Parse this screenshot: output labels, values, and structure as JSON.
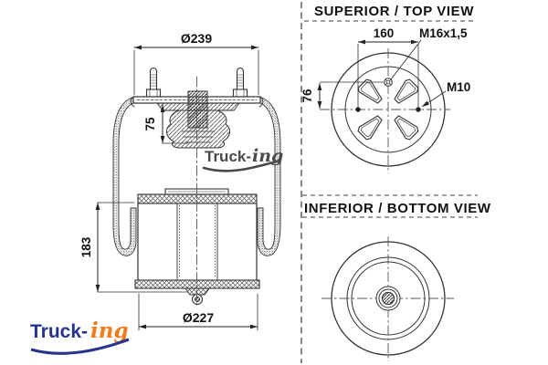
{
  "side_view": {
    "dim_top_diameter": "Ø239",
    "dim_bumper_height": "75",
    "dim_piston_height": "183",
    "dim_bottom_diameter": "Ø227",
    "watermark": {
      "text_bold": "Truck-",
      "text_script": "ing",
      "color": "#4a4a4a"
    }
  },
  "top_view": {
    "title": "SUPERIOR / TOP VIEW",
    "dim_hole_spacing": "160",
    "label_center_thread": "M16x1,5",
    "label_stud_thread": "M10",
    "dim_vertical_offset": "76"
  },
  "bottom_view": {
    "title": "INFERIOR / BOTTOM VIEW"
  },
  "brand_logo": {
    "text_bold": "Truck-",
    "text_script": "ing",
    "color_primary": "#27348b",
    "color_accent": "#f07c1a"
  }
}
